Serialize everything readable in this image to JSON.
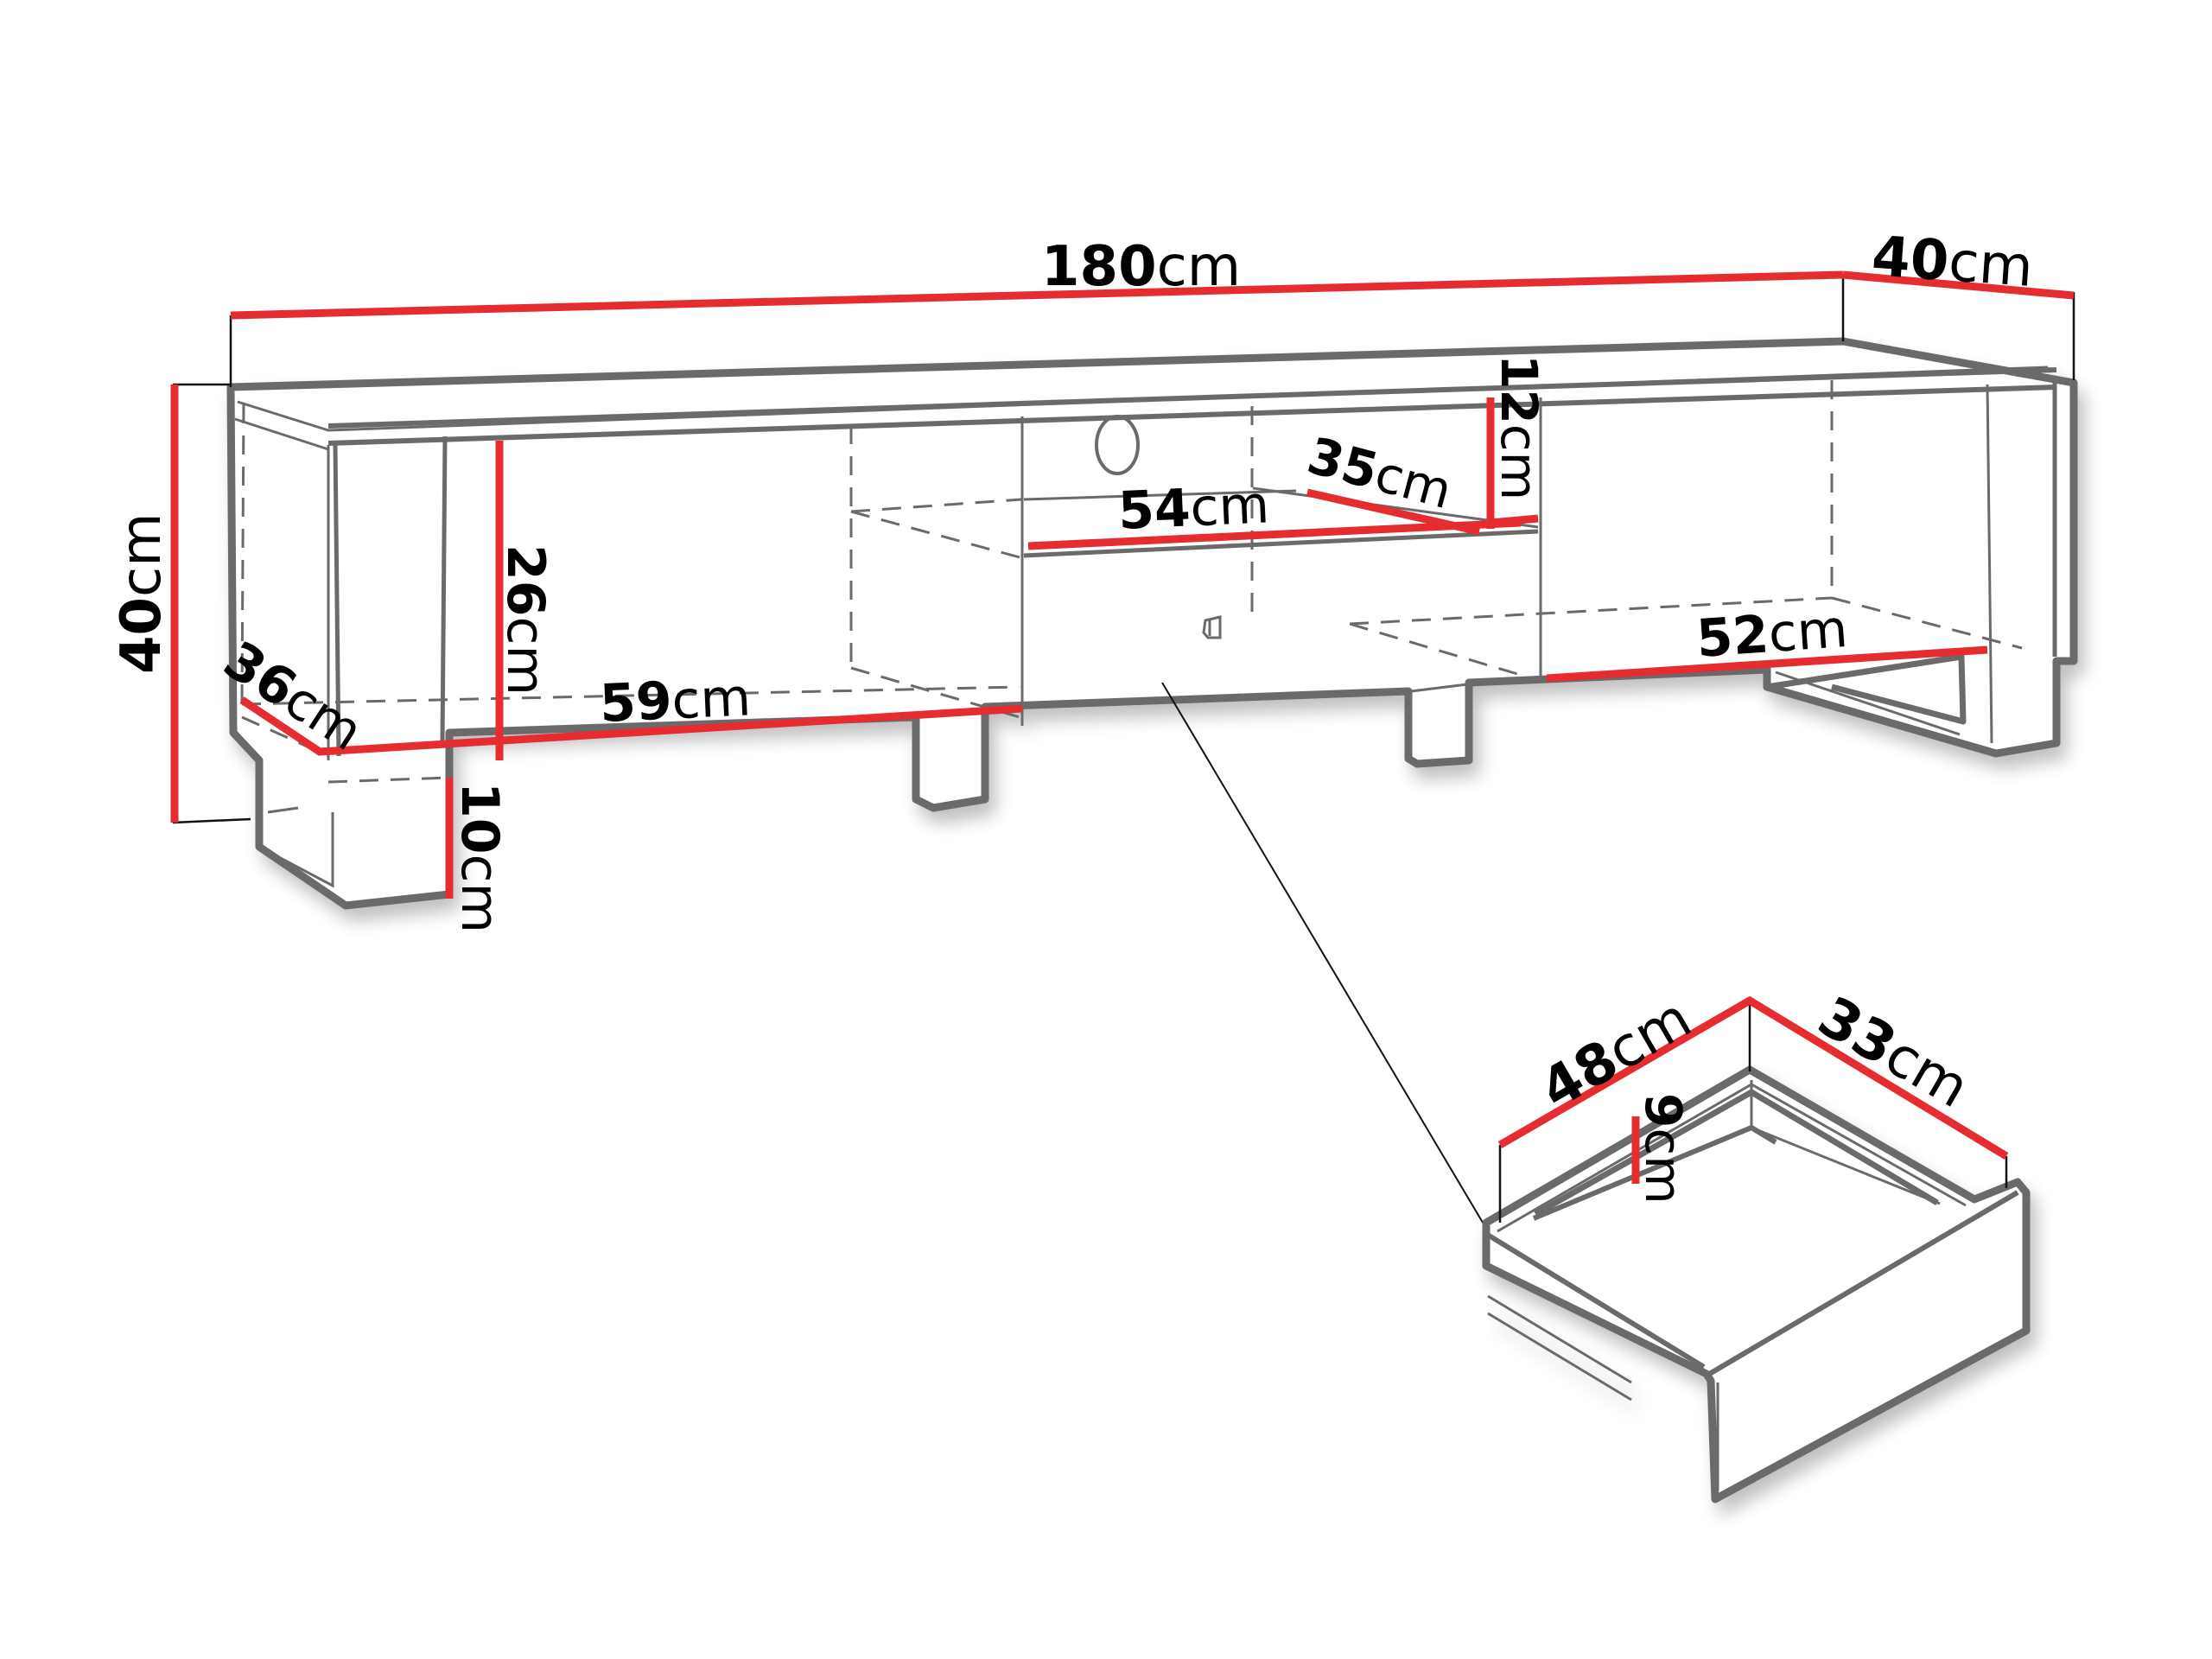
{
  "diagram": {
    "subject": "TV cabinet with drawer – dimension drawing",
    "colors": {
      "dimension_line": "#e52c31",
      "outline": "#6b6b6b",
      "text": "#000000",
      "background": "#ffffff"
    },
    "unit": "cm",
    "cabinet_dimensions": [
      {
        "id": "overall-width",
        "value": "180",
        "unit": "cm"
      },
      {
        "id": "overall-depth",
        "value": "40",
        "unit": "cm"
      },
      {
        "id": "overall-height",
        "value": "40",
        "unit": "cm"
      },
      {
        "id": "side-depth",
        "value": "36",
        "unit": "cm"
      },
      {
        "id": "compartment-height",
        "value": "26",
        "unit": "cm"
      },
      {
        "id": "leg-height",
        "value": "10",
        "unit": "cm"
      },
      {
        "id": "left-compartment-width",
        "value": "59",
        "unit": "cm"
      },
      {
        "id": "middle-shelf-width",
        "value": "54",
        "unit": "cm"
      },
      {
        "id": "middle-shelf-depth",
        "value": "35",
        "unit": "cm"
      },
      {
        "id": "middle-top-height",
        "value": "12",
        "unit": "cm"
      },
      {
        "id": "right-compartment-width",
        "value": "52",
        "unit": "cm"
      }
    ],
    "drawer_dimensions": [
      {
        "id": "drawer-width",
        "value": "48",
        "unit": "cm"
      },
      {
        "id": "drawer-depth",
        "value": "33",
        "unit": "cm"
      },
      {
        "id": "drawer-height",
        "value": "9",
        "unit": "cm"
      }
    ]
  }
}
